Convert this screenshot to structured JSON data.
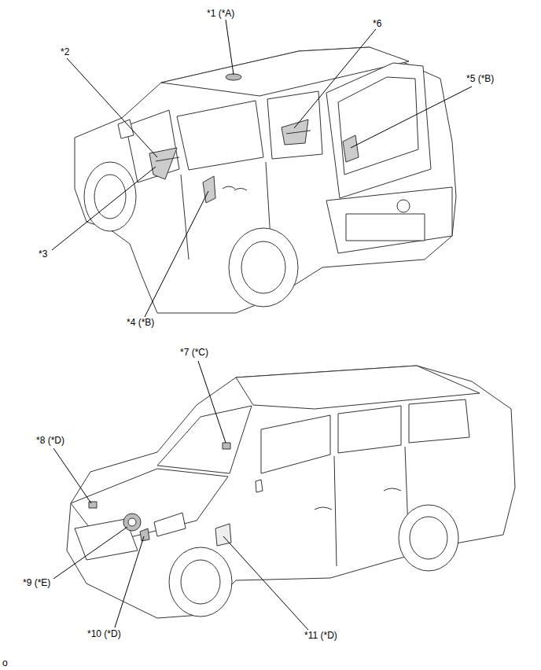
{
  "diagram": {
    "labels": [
      "*1 (*A)",
      "*6",
      "*5 (*B)",
      "*2",
      "*3",
      "*4 (*B)",
      "*7 (*C)",
      "*8 (*D)",
      "*9 (*E)",
      "*10 (*D)",
      "*11 (*D)",
      "o"
    ]
  }
}
